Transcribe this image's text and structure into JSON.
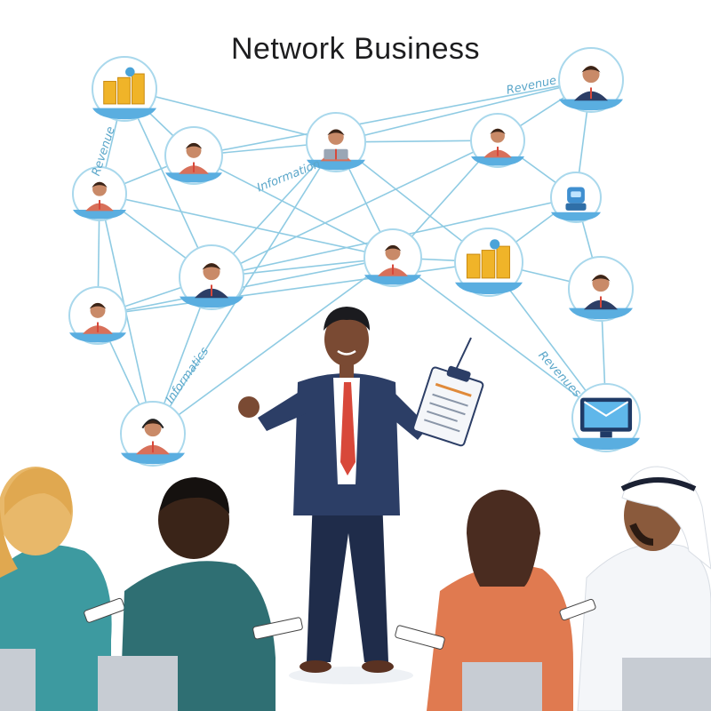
{
  "title": "Network Business",
  "edge_labels": {
    "revenue_top": "Revenue",
    "revenue_left": "Revenue",
    "information_top": "Information",
    "information_left": "Informatics",
    "revenues_right": "Revenues"
  },
  "colors": {
    "line": "#8fcbe3",
    "node_ring": "#a9d8ec",
    "node_base": "#5aaee0",
    "suit": "#2c3e66",
    "tie": "#d8483a"
  },
  "nodes": [
    {
      "id": "n-coins-top-left",
      "icon": "coins-icon"
    },
    {
      "id": "n-woman-top",
      "icon": "person-icon"
    },
    {
      "id": "n-laptop-worker",
      "icon": "laptop-person-icon"
    },
    {
      "id": "n-woman-right",
      "icon": "person-icon"
    },
    {
      "id": "n-businessman-top-right",
      "icon": "person-icon"
    },
    {
      "id": "n-woman-left",
      "icon": "person-icon"
    },
    {
      "id": "n-robot",
      "icon": "robot-icon"
    },
    {
      "id": "n-businessman-center-left",
      "icon": "person-icon"
    },
    {
      "id": "n-woman-center",
      "icon": "person-icon"
    },
    {
      "id": "n-coins-center-right",
      "icon": "coins-icon"
    },
    {
      "id": "n-woman-desk",
      "icon": "person-icon"
    },
    {
      "id": "n-woman-monitor",
      "icon": "person-icon"
    },
    {
      "id": "n-headset-agent",
      "icon": "headset-person-icon"
    },
    {
      "id": "n-email-monitor",
      "icon": "email-monitor-icon"
    }
  ]
}
